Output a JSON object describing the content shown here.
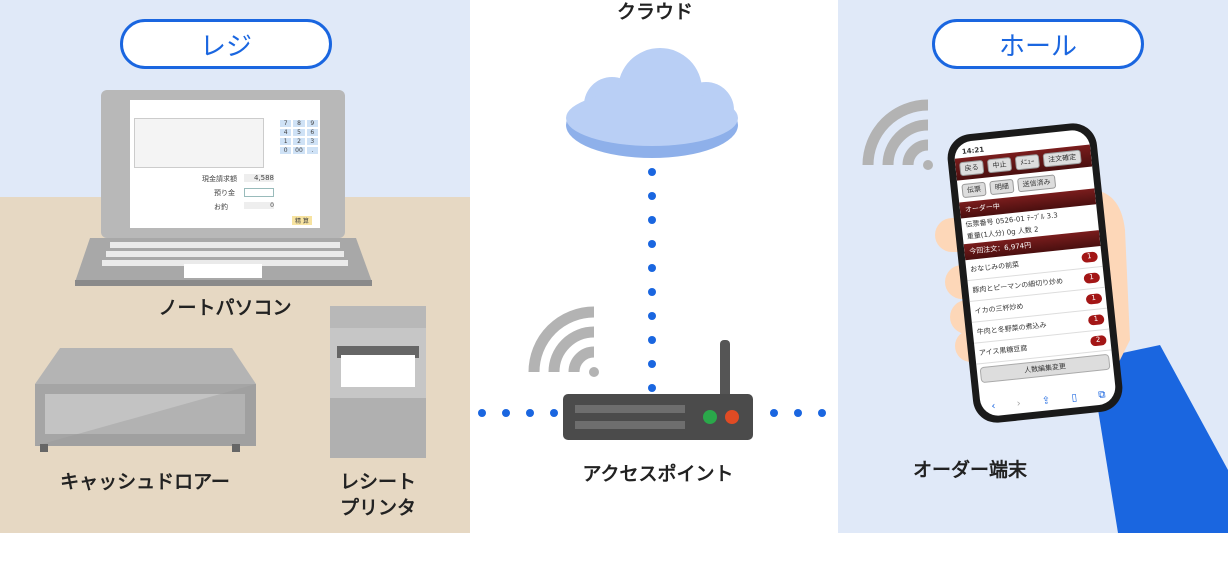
{
  "sections": {
    "register": "レジ",
    "hall": "ホール",
    "cloud": "クラウド"
  },
  "labels": {
    "laptop": "ノートパソコン",
    "drawer": "キャッシュドロアー",
    "printer_line1": "レシート",
    "printer_line2": "プリンタ",
    "access_point": "アクセスポイント",
    "order_terminal": "オーダー端末"
  },
  "pos_screen": {
    "billing_label": "現金請求額",
    "billing_value": "4,588",
    "deposit_label": "預り金",
    "change_label": "お釣",
    "change_value": "0",
    "keys": [
      "7",
      "8",
      "9",
      "4",
      "5",
      "6",
      "1",
      "2",
      "3",
      "0",
      "00",
      "."
    ],
    "settle": "精 算"
  },
  "phone": {
    "time": "14:21",
    "buttons": [
      "戻る",
      "中止",
      "ﾒﾆｭｰ",
      "注文確定"
    ],
    "tabs": [
      "伝票",
      "明細",
      "送信済み"
    ],
    "order_header": "オーダー中",
    "slip_no_label": "伝票番号",
    "slip_no": "0526-01",
    "table_label": "ﾃｰﾌﾞﾙ",
    "table": "3.3",
    "amount_label": "重量(1人分)",
    "amount": "0g",
    "people_label": "人数",
    "people": "2",
    "total": "今回注文：6,974円",
    "items": [
      {
        "name": "おなじみの前菜",
        "qty": "1"
      },
      {
        "name": "豚肉とピーマンの細切り炒め",
        "qty": "1"
      },
      {
        "name": "イカの三杯炒め",
        "qty": "1"
      },
      {
        "name": "牛肉と冬野菜の煮込み",
        "qty": "1"
      },
      {
        "name": "アイス黒糖豆腐",
        "qty": "2"
      }
    ],
    "footer_button": "人数編集変更"
  },
  "colors": {
    "accent": "#1a66e0",
    "dots": "#1a66e0",
    "wifi": "#b3b3b3",
    "cloud": "#b9cff5"
  }
}
